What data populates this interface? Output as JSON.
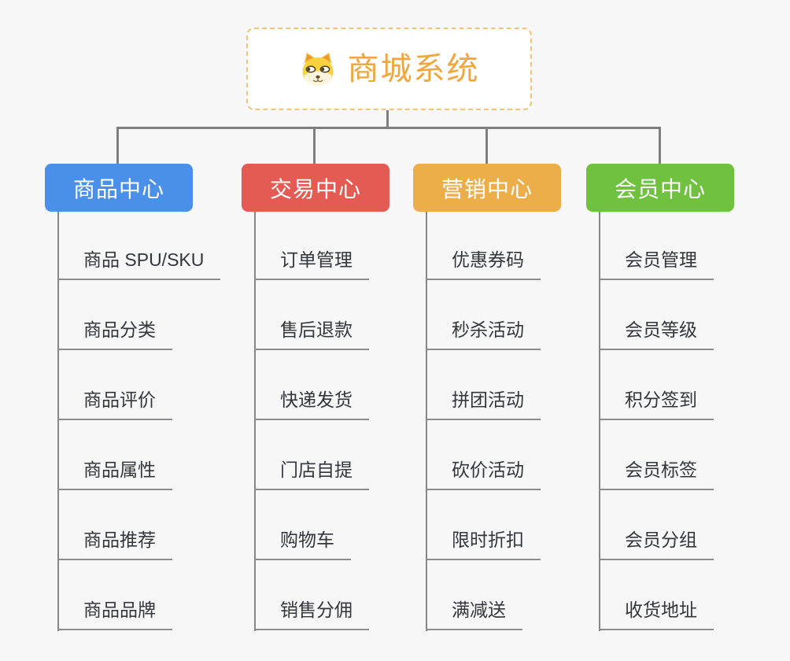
{
  "page": {
    "background_color": "#f7f7f7",
    "connector_color": "#7f7f7f"
  },
  "root": {
    "title": "商城系统",
    "icon": "dog-face-icon",
    "title_color": "#f0a63e",
    "border_color": "#f2c377"
  },
  "branches": [
    {
      "label": "商品中心",
      "color": "#4b90e8",
      "items": [
        "商品 SPU/SKU",
        "商品分类",
        "商品评价",
        "商品属性",
        "商品推荐",
        "商品品牌"
      ]
    },
    {
      "label": "交易中心",
      "color": "#e45b54",
      "items": [
        "订单管理",
        "售后退款",
        "快递发货",
        "门店自提",
        "购物车",
        "销售分佣"
      ]
    },
    {
      "label": "营销中心",
      "color": "#ecae49",
      "items": [
        "优惠券码",
        "秒杀活动",
        "拼团活动",
        "砍价活动",
        "限时折扣",
        "满减送"
      ]
    },
    {
      "label": "会员中心",
      "color": "#6fc13f",
      "items": [
        "会员管理",
        "会员等级",
        "积分签到",
        "会员标签",
        "会员分组",
        "收货地址"
      ]
    }
  ]
}
